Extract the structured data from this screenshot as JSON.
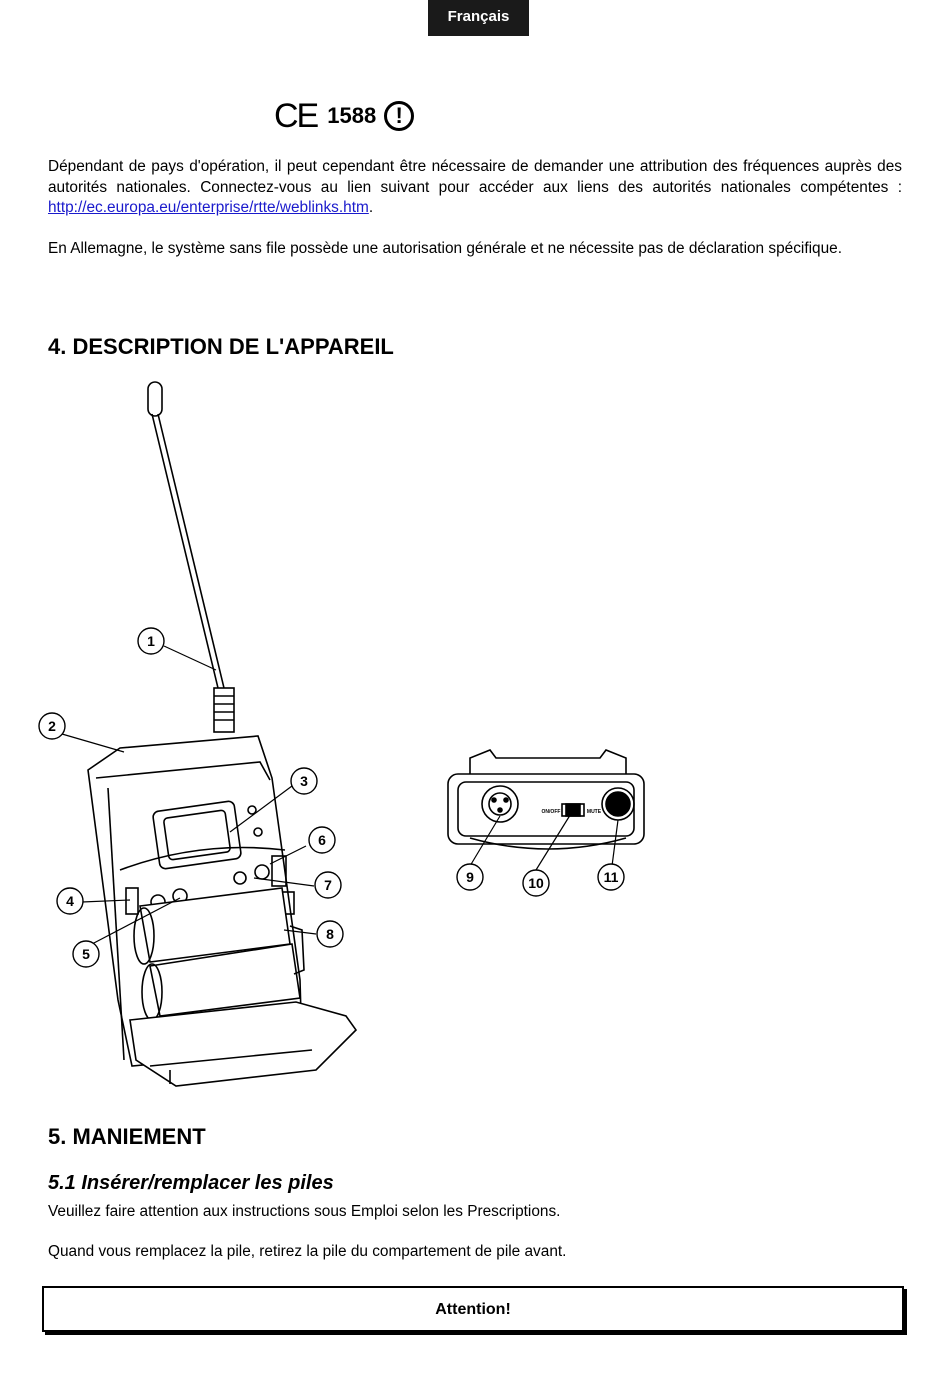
{
  "header": {
    "language_tab": "Français"
  },
  "compliance": {
    "ce_mark": "CE",
    "notified_body": "1588",
    "alert_symbol": "!"
  },
  "intro": {
    "para1_text": "Dépendant de pays d'opération, il peut cependant être nécessaire de demander une attribution des fréquences auprès des autorités nationales. Connectez-vous au lien suivant pour accéder aux liens des autorités nationales compétentes : ",
    "para1_link": "http://ec.europa.eu/enterprise/rtte/weblinks.htm",
    "para1_end": ".",
    "para2": "En Allemagne, le système sans file possède une autorisation générale et ne nécessite pas de déclaration spécifique."
  },
  "section4": {
    "title": "4. DESCRIPTION DE L'APPAREIL",
    "callouts": [
      "1",
      "2",
      "3",
      "4",
      "5",
      "6",
      "7",
      "8",
      "9",
      "10",
      "11"
    ],
    "switch_labels": {
      "left": "ON/OFF",
      "right": "MUTE"
    }
  },
  "section5": {
    "title": "5. MANIEMENT",
    "subtitle": "5.1 Insérer/remplacer les piles",
    "line1": "Veuillez faire attention aux instructions sous Emploi selon les Prescriptions.",
    "line2": "Quand vous remplacez la pile, retirez la pile du compartement de pile avant.",
    "attention": "Attention!"
  }
}
